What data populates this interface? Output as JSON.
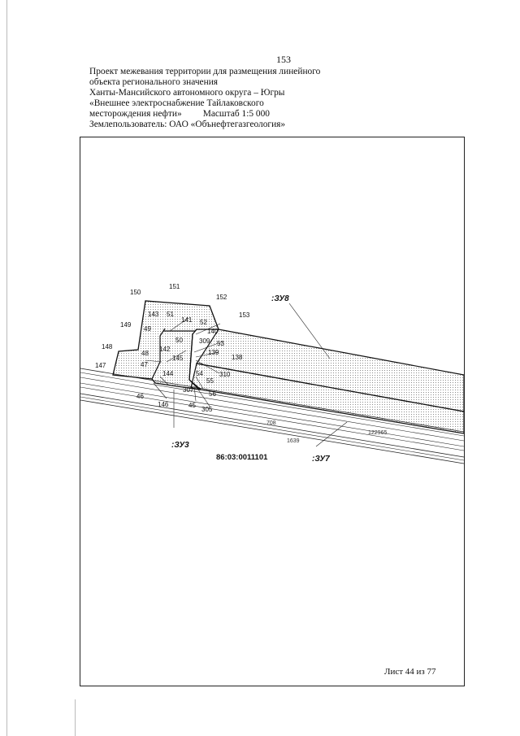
{
  "page_number": "153",
  "header": {
    "line1": "Проект межевания территории для размещения линейного",
    "line2": "объекта регионального значения",
    "line3": "Ханты-Мансийского автономного округа – Югры",
    "line4": "«Внешнее электроснабжение Тайлаковского",
    "line5_a": "месторождения нефти»",
    "line5_scale": "Масштаб 1:5 000",
    "line6": "Землепользователь: ОАО «Обънефтегазгеология»"
  },
  "map": {
    "zone_labels": {
      "zu8": ":ЗУ8",
      "zu3": ":ЗУ3",
      "zu7": ":ЗУ7"
    },
    "cadastral_number": "86:03:0011101",
    "road_labels": {
      "r708": "708",
      "r1639": "1639",
      "r122965": "122965"
    },
    "points": {
      "p150": "150",
      "p151": "151",
      "p152": "152",
      "p153": "153",
      "p143": "143",
      "p51": "51",
      "p141": "141",
      "p52": "52",
      "p149": "149",
      "p49": "49",
      "p50": "50",
      "p140": "140",
      "p309": "309",
      "p53": "53",
      "p148": "148",
      "p142": "142",
      "p139": "139",
      "p48": "48",
      "p138": "138",
      "p145": "145",
      "p147": "147",
      "p47": "47",
      "p144": "144",
      "p54": "54",
      "p310": "310",
      "p55": "55",
      "p307": "307",
      "p56": "56",
      "p46": "46",
      "p146": "146",
      "p45": "45",
      "p305": "305"
    }
  },
  "sheet": "Лист 44 из 77",
  "colors": {
    "ink": "#111111",
    "hatch": "#555555",
    "frame": "#222222"
  }
}
